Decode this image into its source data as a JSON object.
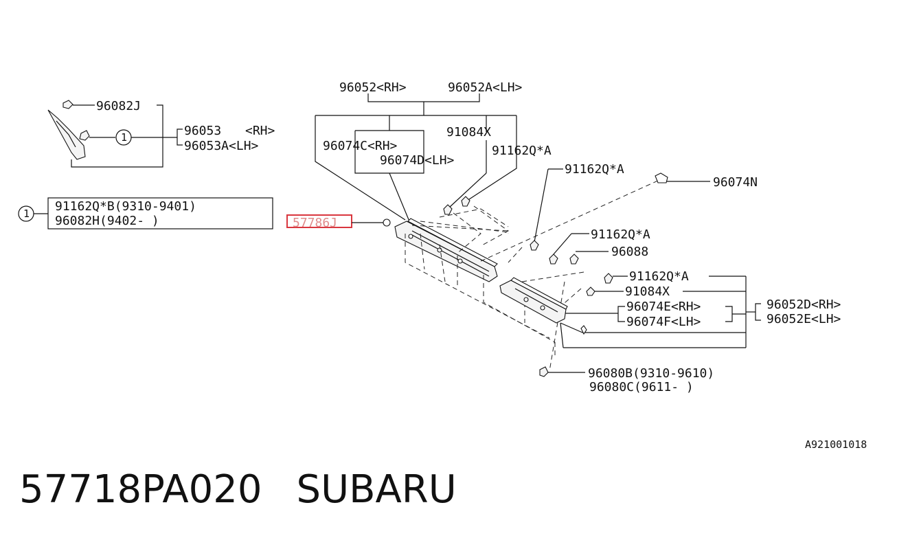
{
  "diagram": {
    "ref_code": "A921001018",
    "callout_symbol": "1",
    "highlight_color": "#d9363e",
    "labels": {
      "p96082J": "96082J",
      "p96053": "96053",
      "p96053_rh": "<RH>",
      "p96053A": "96053A<LH>",
      "box_line1": "91162Q*B(9310-9401)",
      "box_line2": "96082H(9402-       )",
      "p57786": "57786J",
      "p96052": "96052<RH>",
      "p96052A": "96052A<LH>",
      "p96074C": "96074C<RH>",
      "p96074D": "96074D<LH>",
      "p91084X_top": "91084X",
      "p91162QA_1": "91162Q*A",
      "p91162QA_2": "91162Q*A",
      "p96074N": "96074N",
      "p91162QA_3": "91162Q*A",
      "p96088": "96088",
      "p91162QA_4": "91162Q*A",
      "p91084X_bot": "91084X",
      "p96074E": "96074E<RH>",
      "p96074F": "96074F<LH>",
      "p96052D": "96052D<RH>",
      "p96052E": "96052E<LH>",
      "p96080B": "96080B(9310-9610)",
      "p96080C": "96080C(9611-      )"
    }
  },
  "footer": {
    "part_number": "57718PA020",
    "brand": "SUBARU"
  }
}
